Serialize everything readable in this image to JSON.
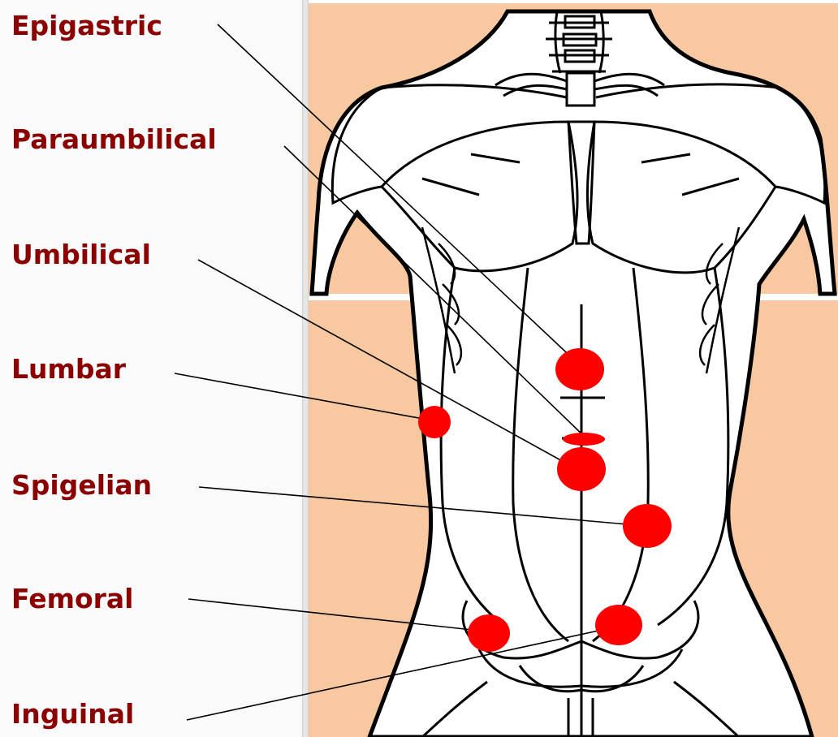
{
  "colors": {
    "label": "#8b0000",
    "hernia_site": "#ff0000",
    "skin_background": "#f8c9a0",
    "outline": "#000000"
  },
  "labels": [
    {
      "id": "epigastric",
      "text": "Epigastric"
    },
    {
      "id": "paraumbilical",
      "text": "Paraumbilical"
    },
    {
      "id": "umbilical",
      "text": "Umbilical"
    },
    {
      "id": "lumbar",
      "text": "Lumbar"
    },
    {
      "id": "spigelian",
      "text": "Spigelian"
    },
    {
      "id": "femoral",
      "text": "Femoral"
    },
    {
      "id": "inguinal",
      "text": "Inguinal"
    }
  ]
}
